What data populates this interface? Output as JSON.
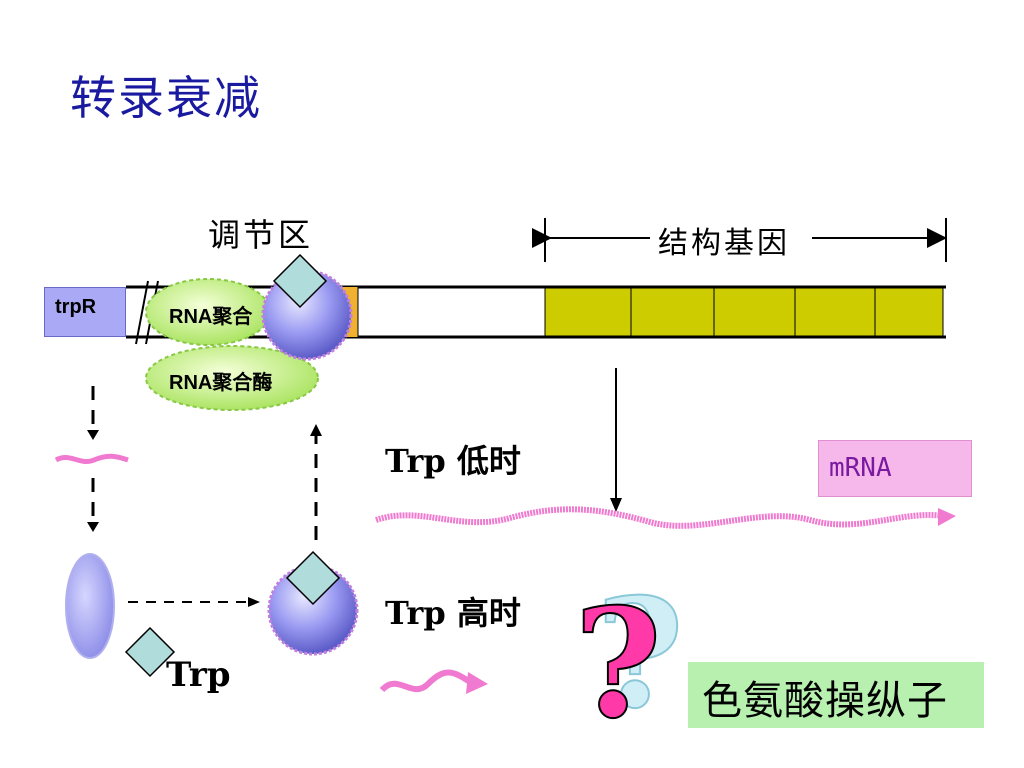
{
  "title": "转录衰减",
  "labels": {
    "regulatory_region": "调节区",
    "structural_genes": "结构基因",
    "trpR": "trpR",
    "rna_polymerase_top": "RNA聚合",
    "rna_polymerase_bottom": "RNA聚合酶",
    "trp_low": "Trp 低时",
    "trp_high": "Trp 高时",
    "mrna": "mRNA",
    "trp": "Trp",
    "operator": "色氨酸操纵子"
  },
  "colors": {
    "title": "#1a1aa0",
    "structural_gene_fill": "#cccc00",
    "trpR_fill": "#a9a9f5",
    "polymerase_fill": "#b8f06a",
    "repressor_fill": "#8c8cf0",
    "trp_diamond": "#b0dcdc",
    "mrna_wave": "#f07ad0",
    "mrna_box": "#f6b8ea",
    "operator_box": "#b8f0b0",
    "orange_block": "#f0b030"
  },
  "icons": [
    "question-mark-icon",
    "repressor-icon",
    "trp-diamond-icon"
  ]
}
